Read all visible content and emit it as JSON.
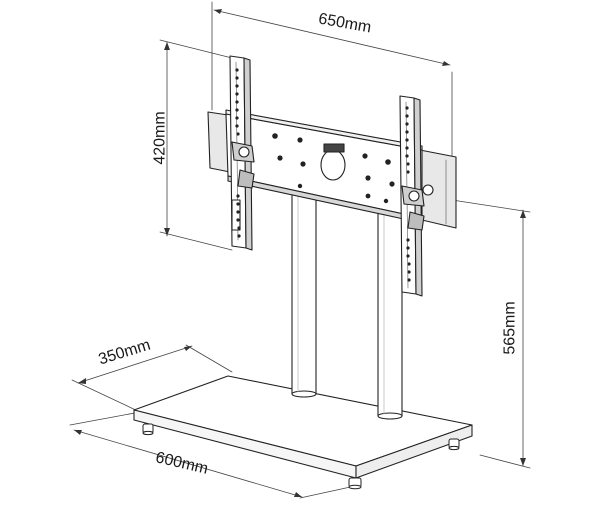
{
  "dimensions": {
    "width_label": "650mm",
    "height_label": "420mm",
    "total_height_label": "565mm",
    "base_depth_label": "350mm",
    "base_width_label": "600mm"
  }
}
